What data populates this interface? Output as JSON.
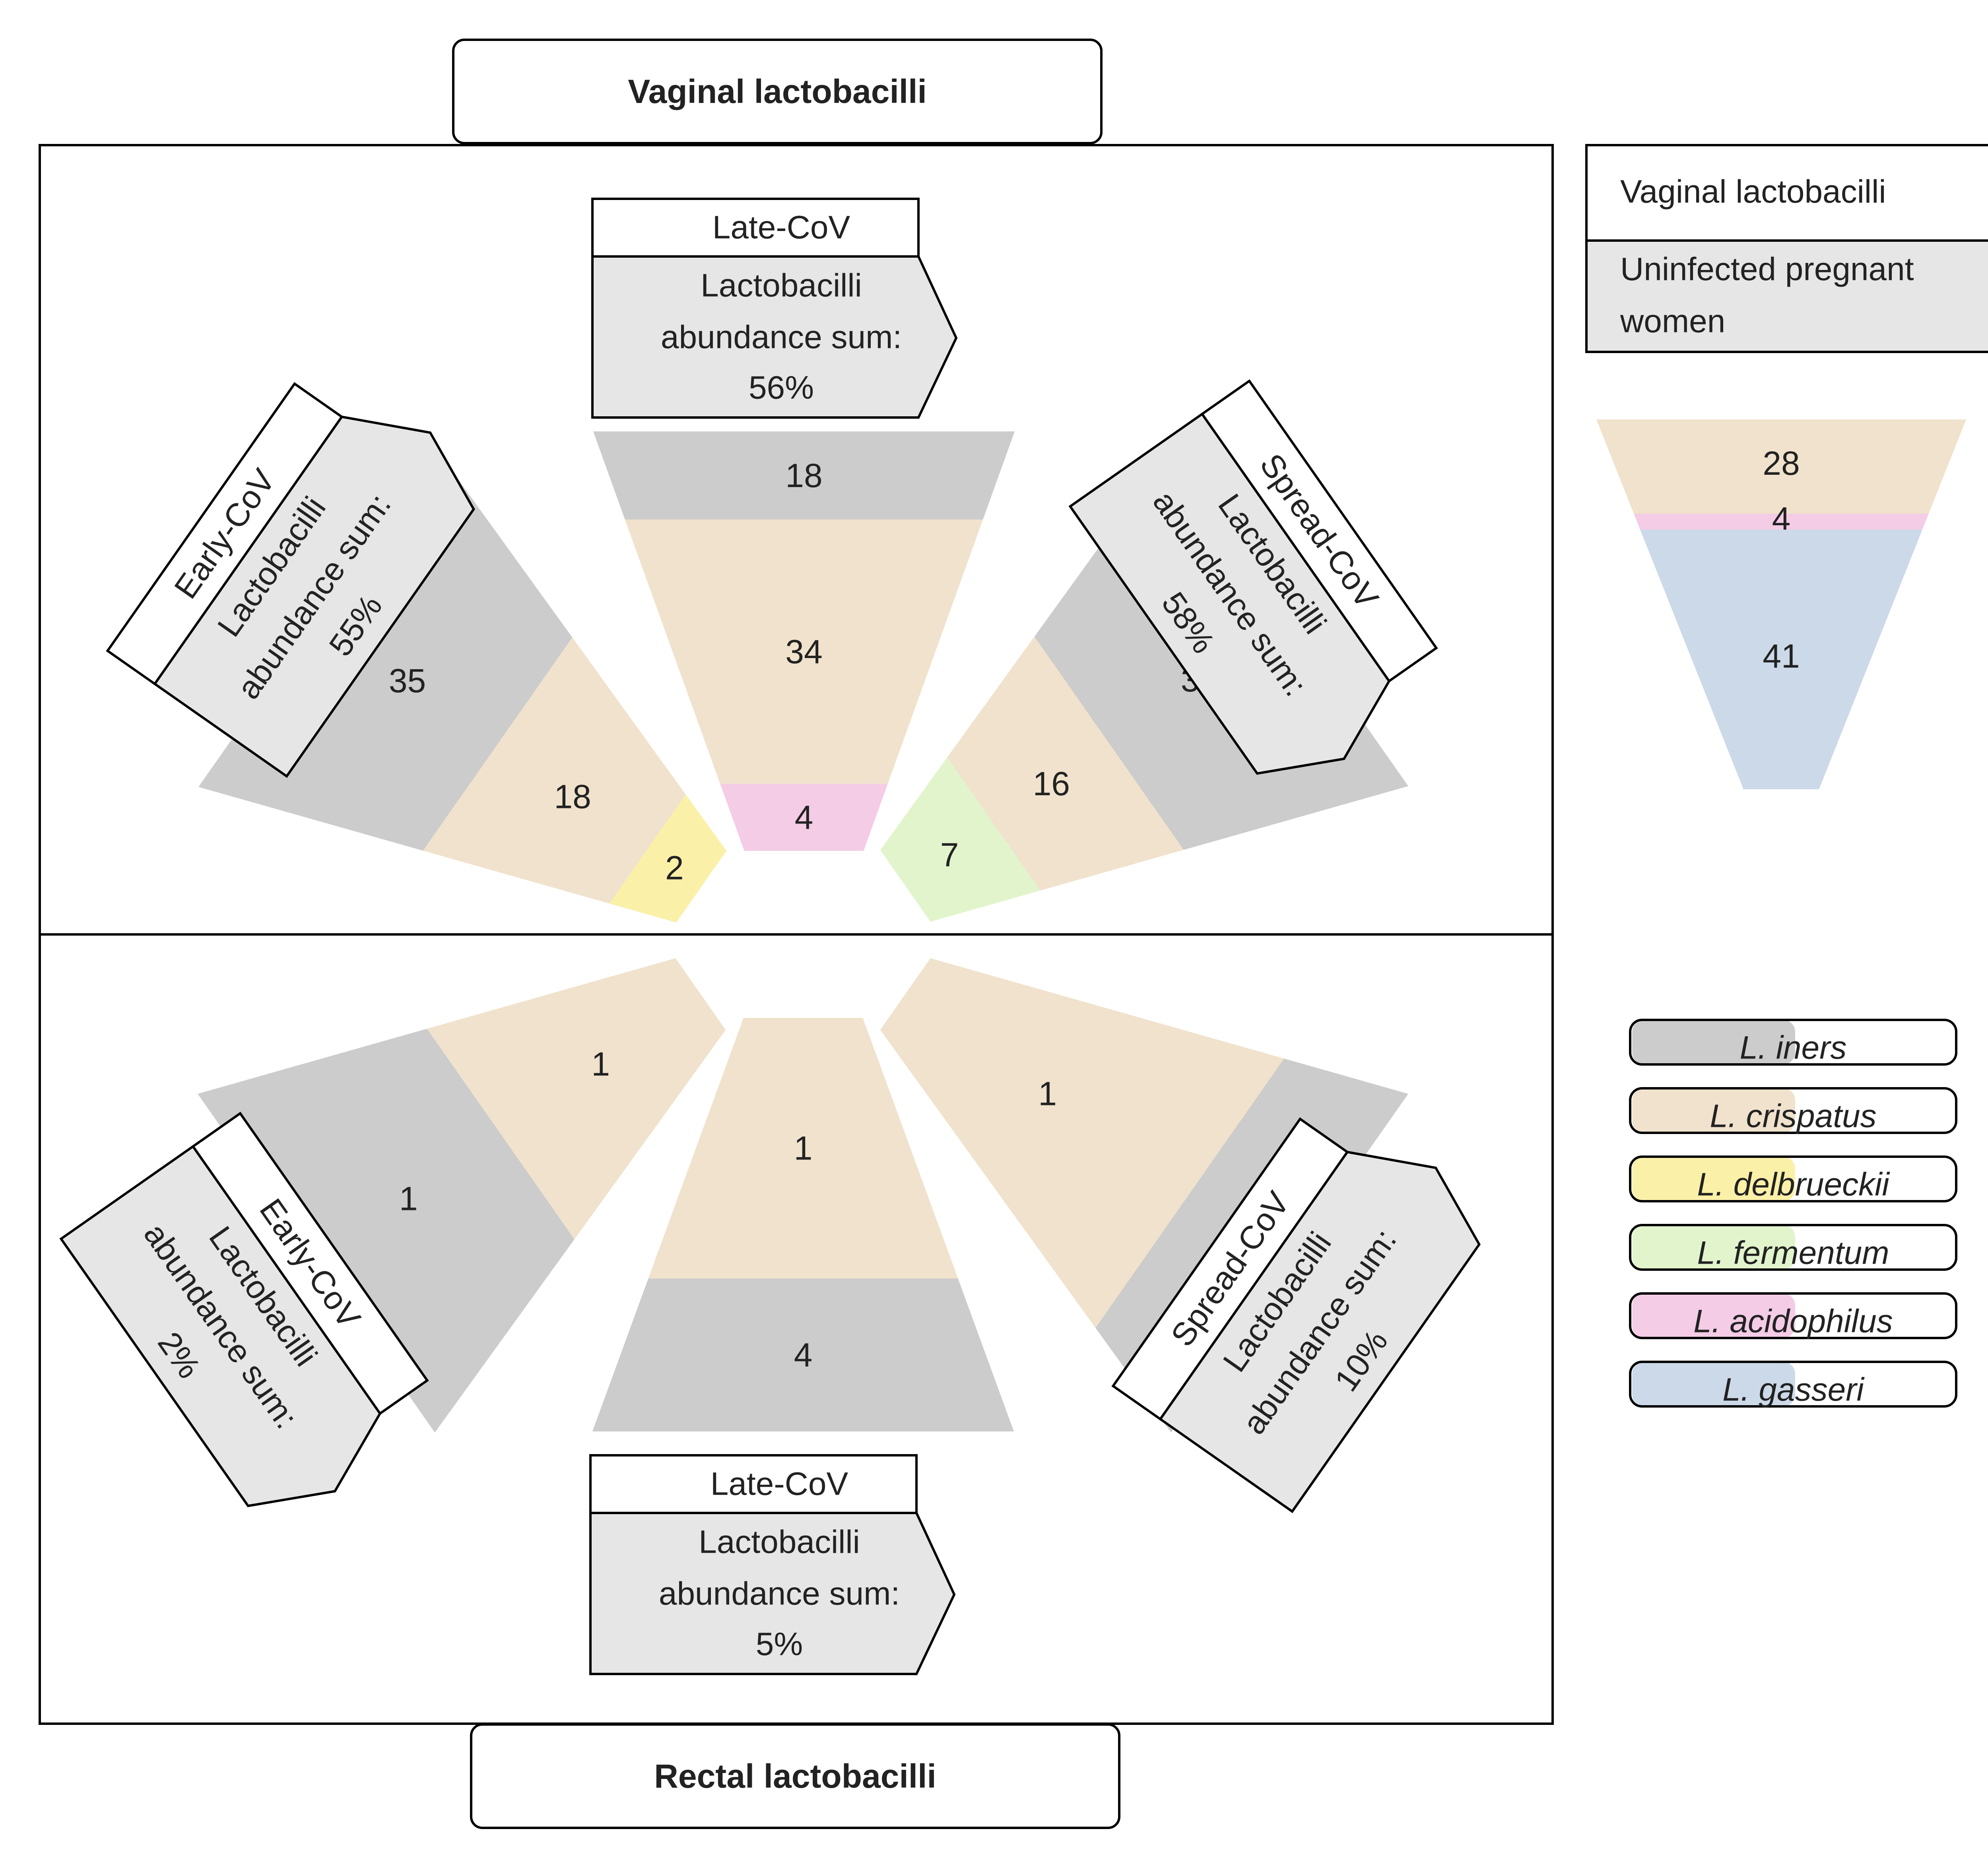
{
  "titles": {
    "vaginal": "Vaginal lactobacilli",
    "rectal": "Rectal lactobacilli"
  },
  "colors": {
    "iners": "#cccccc",
    "crispatus": "#f0e2cc",
    "delbrueckii": "#fbf0a8",
    "fermentum": "#e2f4cc",
    "acidophilus": "#f4cce6",
    "gasseri": "#ccd9e8",
    "label_fill": "#e6e6e6",
    "stroke": "#000000"
  },
  "vaginal": {
    "early": {
      "tag": "Early-CoV",
      "line1": "Lactobacilli",
      "line2": "abundance sum:",
      "line3": "55%",
      "segments": [
        {
          "species": "iners",
          "value": "35"
        },
        {
          "species": "crispatus",
          "value": "18"
        },
        {
          "species": "delbrueckii",
          "value": "2"
        }
      ]
    },
    "late": {
      "tag": "Late-CoV",
      "line1": "Lactobacilli",
      "line2": "abundance sum:",
      "line3": "56%",
      "segments": [
        {
          "species": "iners",
          "value": "18"
        },
        {
          "species": "crispatus",
          "value": "34"
        },
        {
          "species": "acidophilus",
          "value": "4"
        }
      ]
    },
    "spread": {
      "tag": "Spread-CoV",
      "line1": "Lactobacilli",
      "line2": "abundance sum:",
      "line3": "58%",
      "segments": [
        {
          "species": "iners",
          "value": "35"
        },
        {
          "species": "crispatus",
          "value": "16"
        },
        {
          "species": "fermentum",
          "value": "7"
        }
      ]
    }
  },
  "rectal": {
    "early": {
      "tag": "Early-CoV",
      "line1": "Lactobacilli",
      "line2": "abundance sum:",
      "line3": "2%",
      "segments": [
        {
          "species": "iners",
          "value": "1"
        },
        {
          "species": "crispatus",
          "value": "1"
        }
      ]
    },
    "late": {
      "tag": "Late-CoV",
      "line1": "Lactobacilli",
      "line2": "abundance sum:",
      "line3": "5%",
      "segments": [
        {
          "species": "iners",
          "value": "4"
        },
        {
          "species": "crispatus",
          "value": "1"
        }
      ]
    },
    "spread": {
      "tag": "Spread-CoV",
      "line1": "Lactobacilli",
      "line2": "abundance sum:",
      "line3": "10%",
      "segments": [
        {
          "species": "iners",
          "value": "9"
        },
        {
          "species": "crispatus",
          "value": "1"
        }
      ]
    }
  },
  "reference": {
    "title": "Vaginal lactobacilli",
    "subtitle_line1": "Uninfected pregnant",
    "subtitle_line2": "women",
    "segments": [
      {
        "species": "crispatus",
        "value": "28"
      },
      {
        "species": "acidophilus",
        "value": "4"
      },
      {
        "species": "gasseri",
        "value": "41"
      }
    ]
  },
  "legend": [
    {
      "species": "iners",
      "label": "L. iners"
    },
    {
      "species": "crispatus",
      "label": "L. crispatus"
    },
    {
      "species": "delbrueckii",
      "label": "L. delbrueckii"
    },
    {
      "species": "fermentum",
      "label": "L. fermentum"
    },
    {
      "species": "acidophilus",
      "label": "L. acidophilus"
    },
    {
      "species": "gasseri",
      "label": "L. gasseri"
    }
  ]
}
